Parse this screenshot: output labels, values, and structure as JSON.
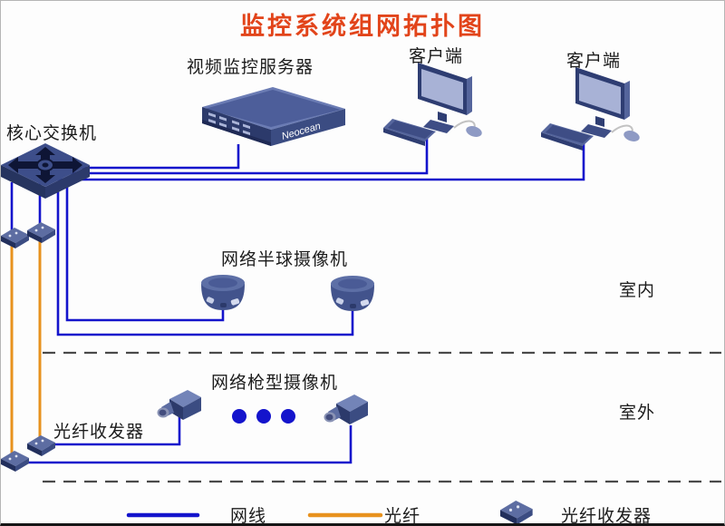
{
  "title": "监控系统组网拓扑图",
  "colors": {
    "network_line": "#1414cc",
    "fiber_line": "#e8921e",
    "title_text": "#e2441a",
    "device_blue": "#3b4c82",
    "dashed_divider": "#4a4a4a"
  },
  "nodes": {
    "server": {
      "label": "视频监控服务器",
      "brand": "Neocean"
    },
    "client1": {
      "label": "客户端"
    },
    "client2": {
      "label": "客户端"
    },
    "core_switch": {
      "label": "核心交换机"
    },
    "dome_cameras": {
      "label": "网络半球摄像机"
    },
    "bullet_cameras": {
      "label": "网络枪型摄像机"
    },
    "fiber_transceiver": {
      "label": "光纤收发器"
    }
  },
  "zones": {
    "indoor": "室内",
    "outdoor": "室外"
  },
  "legend": {
    "items": [
      {
        "type": "network-line",
        "label": "网线",
        "color": "#1414cc"
      },
      {
        "type": "fiber-line",
        "label": "光纤",
        "color": "#e8921e"
      },
      {
        "type": "transceiver-icon",
        "label": "光纤收发器"
      }
    ]
  }
}
